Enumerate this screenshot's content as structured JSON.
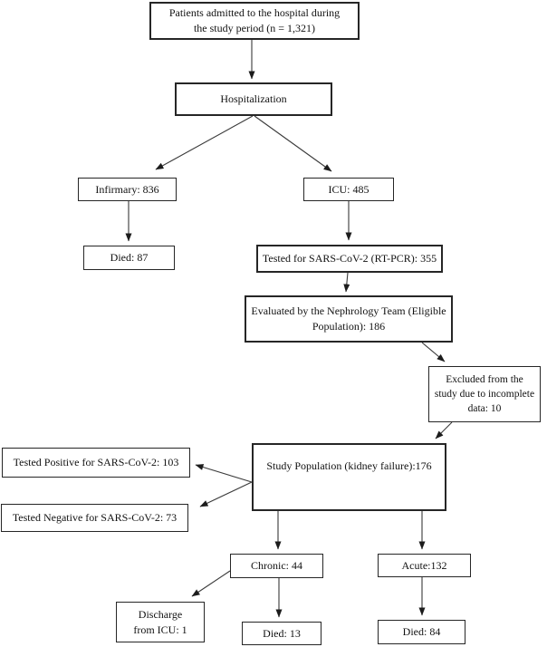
{
  "diagram": {
    "background_color": "#ffffff",
    "box_border_color": "#262626",
    "arrow_color": "#3a3a3a",
    "text_color": "#111111",
    "nodes": {
      "patients_admitted": {
        "lines": [
          "Patients admitted to the hospital during",
          "the study period (n = 1,321)"
        ]
      },
      "hospitalization": {
        "label": "Hospitalization"
      },
      "infirmary": {
        "label": "Infirmary: 836"
      },
      "icu": {
        "label": "ICU: 485"
      },
      "died_infirmary": {
        "label": "Died: 87"
      },
      "tested_rtpcr": {
        "label": "Tested for SARS-CoV-2 (RT-PCR): 355"
      },
      "evaluated_nephrology": {
        "lines": [
          "Evaluated by the Nephrology Team (Eligible",
          "Population): 186"
        ]
      },
      "excluded_incomplete": {
        "lines": [
          "Excluded from the",
          "study due to incomplete",
          "data: 10"
        ]
      },
      "study_population": {
        "label": "Study Population (kidney failure):176"
      },
      "tested_positive": {
        "label": "Tested Positive for SARS-CoV-2: 103"
      },
      "tested_negative": {
        "label": "Tested Negative for SARS-CoV-2: 73"
      },
      "chronic": {
        "label": "Chronic: 44"
      },
      "acute": {
        "label": "Acute:132"
      },
      "discharge_icu": {
        "lines": [
          "Discharge",
          "from ICU: 1"
        ]
      },
      "died_chronic": {
        "label": "Died: 13"
      },
      "died_acute": {
        "label": "Died: 84"
      }
    },
    "edges": [
      {
        "from": "patients_admitted",
        "to": "hospitalization"
      },
      {
        "from": "hospitalization",
        "to": "infirmary"
      },
      {
        "from": "hospitalization",
        "to": "icu"
      },
      {
        "from": "infirmary",
        "to": "died_infirmary"
      },
      {
        "from": "icu",
        "to": "tested_rtpcr"
      },
      {
        "from": "tested_rtpcr",
        "to": "evaluated_nephrology"
      },
      {
        "from": "evaluated_nephrology",
        "to": "excluded_incomplete"
      },
      {
        "from": "excluded_incomplete",
        "to": "study_population"
      },
      {
        "from": "study_population",
        "to": "tested_positive"
      },
      {
        "from": "study_population",
        "to": "tested_negative"
      },
      {
        "from": "study_population",
        "to": "chronic"
      },
      {
        "from": "study_population",
        "to": "acute"
      },
      {
        "from": "chronic",
        "to": "discharge_icu"
      },
      {
        "from": "chronic",
        "to": "died_chronic"
      },
      {
        "from": "acute",
        "to": "died_acute"
      }
    ]
  }
}
